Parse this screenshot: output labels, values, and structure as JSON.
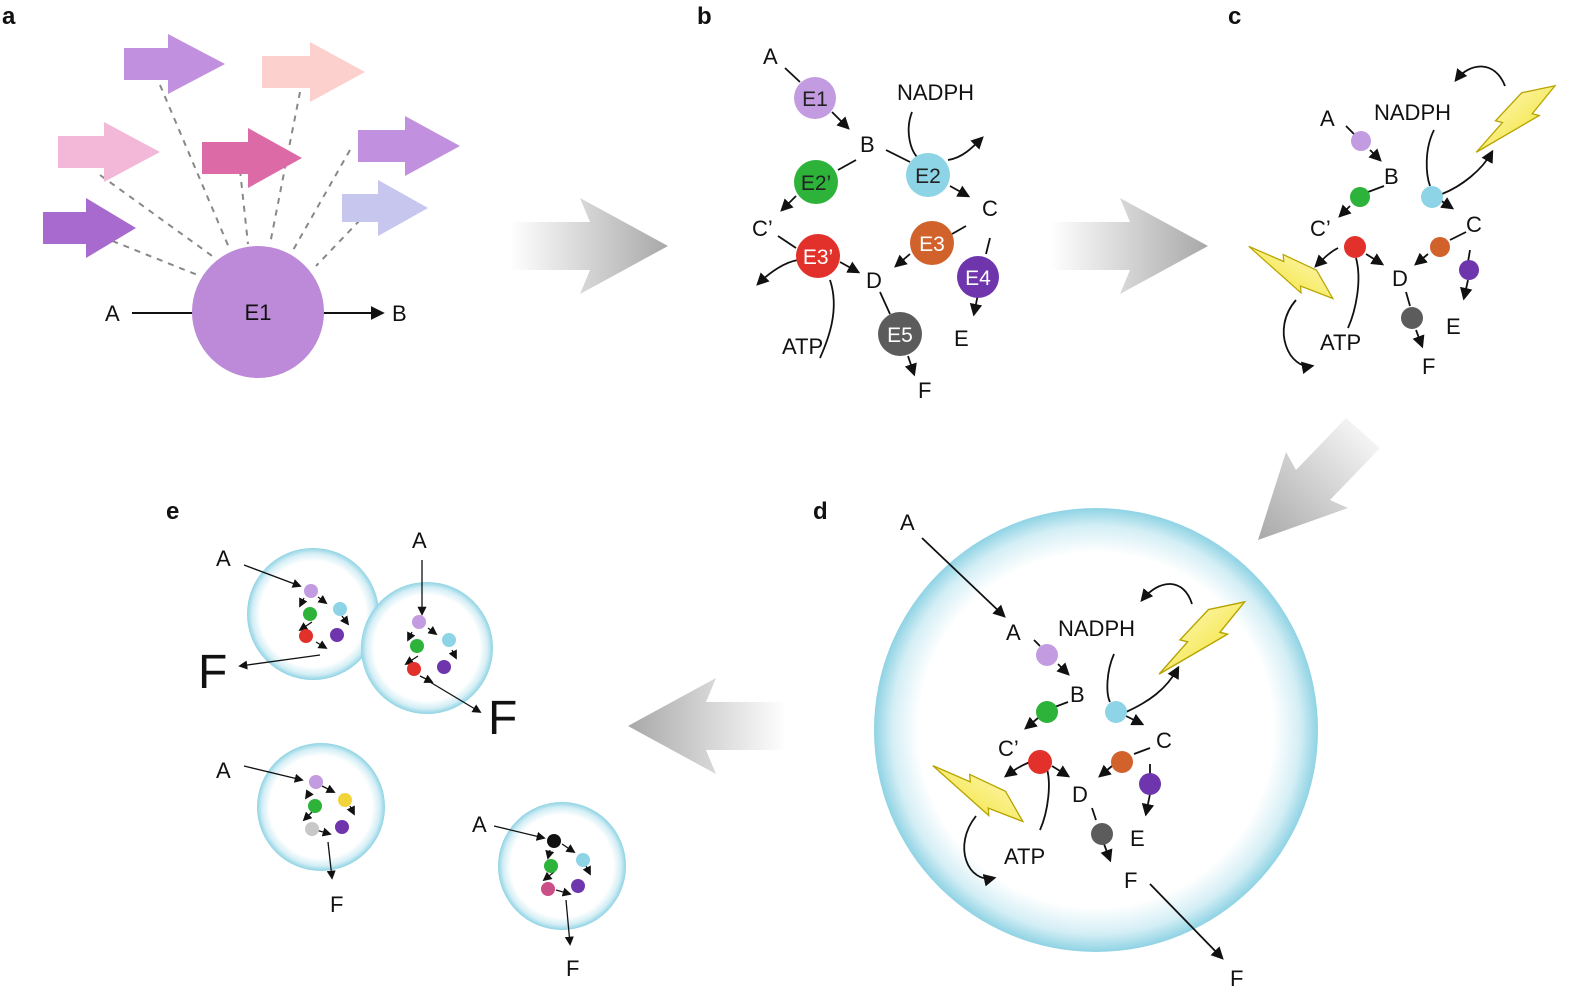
{
  "panels": {
    "a": {
      "letter": "a",
      "substrate": "A",
      "product": "B",
      "enzyme": "E1",
      "colors": {
        "enzyme": "#bc8ad8",
        "arrows": [
          "#a96ad0",
          "#f3b8d8",
          "#c190de",
          "#dc6aa6",
          "#fcd0cc",
          "#c190de",
          "#c6c6ee"
        ]
      }
    },
    "b": {
      "letter": "b",
      "metabolites": {
        "a": "A",
        "b": "B",
        "c": "C",
        "c_prime": "C’",
        "d": "D",
        "e": "E",
        "f": "F",
        "nadph": "NADPH",
        "atp": "ATP"
      },
      "enzymes": {
        "e1": "E1",
        "e2": "E2",
        "e2p": "E2’",
        "e3": "E3",
        "e3p": "E3’",
        "e4": "E4",
        "e5": "E5"
      }
    },
    "c": {
      "letter": "c",
      "metabolites": {
        "a": "A",
        "b": "B",
        "c": "C",
        "c_prime": "C’",
        "d": "D",
        "e": "E",
        "f": "F",
        "nadph": "NADPH",
        "atp": "ATP"
      }
    },
    "d": {
      "letter": "d",
      "outside_a": "A",
      "outside_f": "F",
      "metabolites": {
        "a": "A",
        "b": "B",
        "c": "C",
        "c_prime": "C’",
        "d": "D",
        "e": "E",
        "f": "F",
        "nadph": "NADPH",
        "atp": "ATP"
      }
    },
    "e": {
      "letter": "e",
      "cell1": {
        "in": "A",
        "out": "F"
      },
      "cell2": {
        "in": "A",
        "out": "F"
      },
      "cell3": {
        "in": "A",
        "out": "F"
      },
      "cell4": {
        "in": "A",
        "out": "F"
      }
    }
  },
  "colors": {
    "e1": "#c39be0",
    "e2": "#8dd5e6",
    "e2p": "#2db23a",
    "e3": "#d2622c",
    "e3p": "#e2302a",
    "e4": "#6e35ac",
    "e5": "#5c5c5c",
    "lightning": "#f7ea3c",
    "cell_rim": "#8fd3e4",
    "flow_arrow": "#b0b0b0"
  }
}
